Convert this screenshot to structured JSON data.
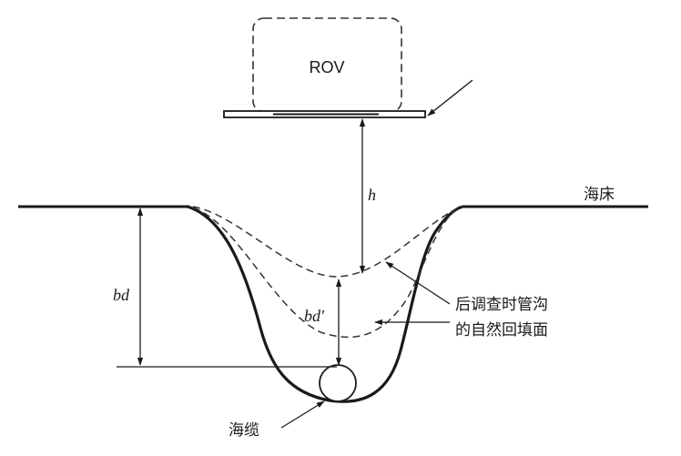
{
  "diagram": {
    "rov_label": "ROV",
    "seabed_label": "海床",
    "cable_label": "海缆",
    "height_label": "h",
    "burial_depth_label": "bd",
    "backfill_depth_label": "bd'",
    "backfill_note_line1": "后调查时管沟",
    "backfill_note_line2": "的自然回填面"
  }
}
